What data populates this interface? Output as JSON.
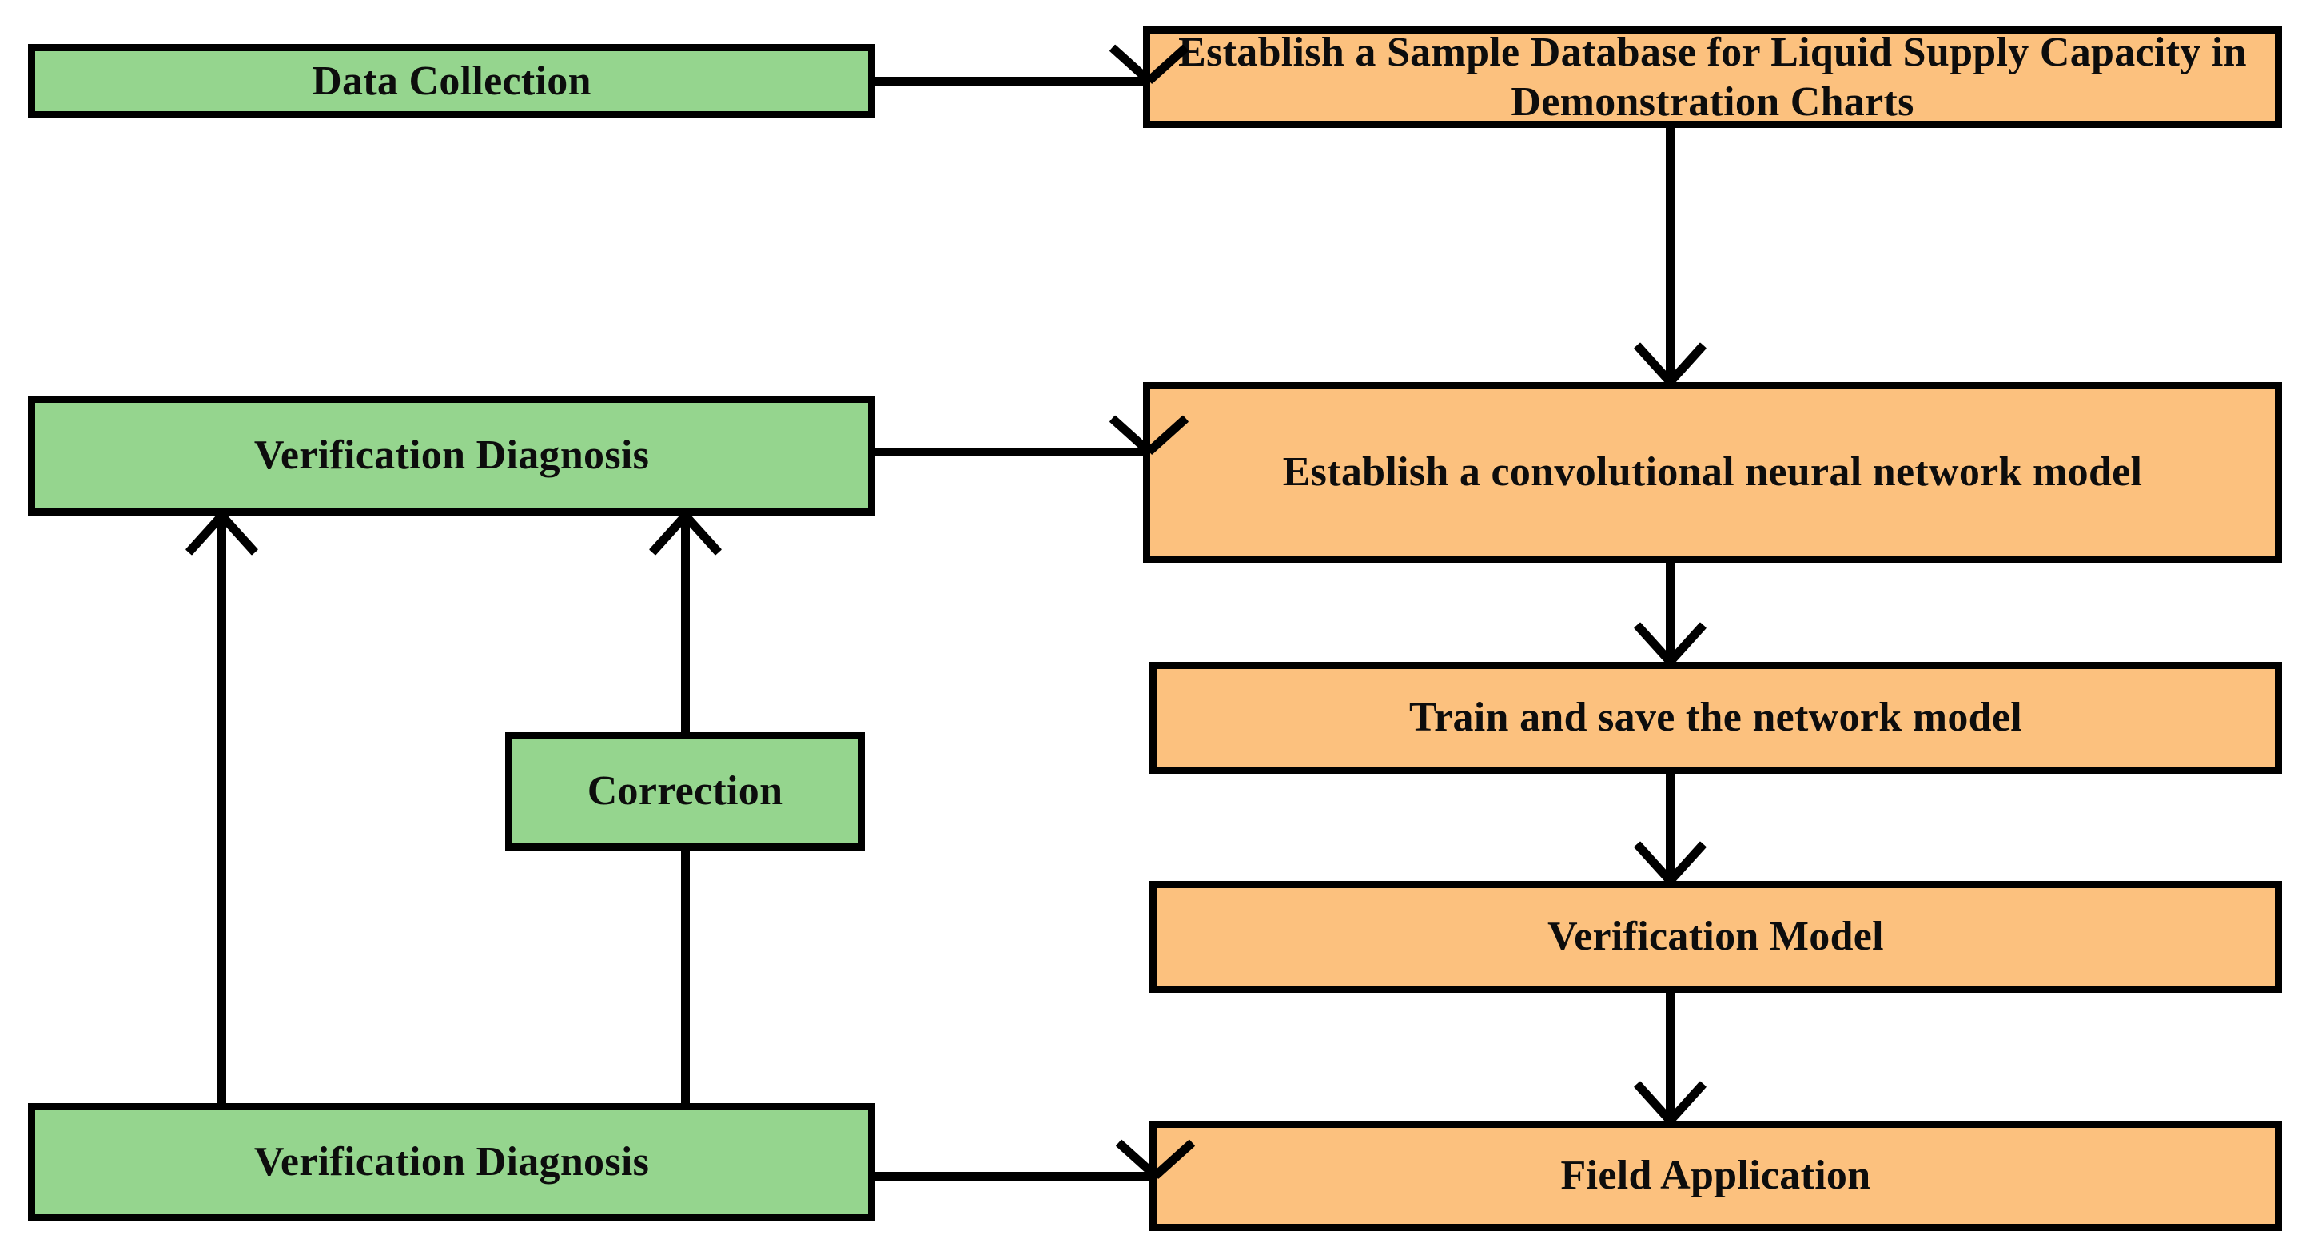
{
  "diagram": {
    "title": "Research methodology flowchart",
    "colors": {
      "green_fill": "#95d58e",
      "orange_fill": "#fcc17e",
      "stroke": "#000000",
      "background": "#ffffff",
      "text": "#0d0d0d"
    },
    "nodes": [
      {
        "id": "data-collection",
        "label": "Data Collection",
        "color": "green",
        "column": "left"
      },
      {
        "id": "sample-database",
        "label": "Establish a Sample Database for Liquid Supply Capacity in Demonstration Charts",
        "color": "orange",
        "column": "right"
      },
      {
        "id": "verification-diagnosis-upper",
        "label": "Verification Diagnosis",
        "color": "green",
        "column": "left"
      },
      {
        "id": "cnn-model",
        "label": "Establish a convolutional neural network model",
        "color": "orange",
        "column": "right"
      },
      {
        "id": "correction",
        "label": "Correction",
        "color": "green",
        "column": "left"
      },
      {
        "id": "train-save-model",
        "label": "Train and save the network model",
        "color": "orange",
        "column": "right"
      },
      {
        "id": "verification-model",
        "label": "Verification Model",
        "color": "orange",
        "column": "right"
      },
      {
        "id": "verification-diagnosis-lower",
        "label": "Verification Diagnosis",
        "color": "green",
        "column": "left"
      },
      {
        "id": "field-application",
        "label": "Field Application",
        "color": "orange",
        "column": "right"
      }
    ],
    "edges": [
      {
        "from": "data-collection",
        "to": "sample-database",
        "direction": "right"
      },
      {
        "from": "sample-database",
        "to": "cnn-model",
        "direction": "down"
      },
      {
        "from": "verification-diagnosis-upper",
        "to": "cnn-model",
        "direction": "right"
      },
      {
        "from": "cnn-model",
        "to": "train-save-model",
        "direction": "down"
      },
      {
        "from": "train-save-model",
        "to": "verification-model",
        "direction": "down"
      },
      {
        "from": "verification-model",
        "to": "field-application",
        "direction": "down"
      },
      {
        "from": "verification-diagnosis-lower",
        "to": "field-application",
        "direction": "right"
      },
      {
        "from": "verification-diagnosis-lower",
        "to": "verification-diagnosis-upper",
        "direction": "up"
      },
      {
        "from": "verification-diagnosis-lower",
        "to": "correction",
        "direction": "up"
      },
      {
        "from": "correction",
        "to": "verification-diagnosis-upper",
        "direction": "up"
      }
    ]
  }
}
